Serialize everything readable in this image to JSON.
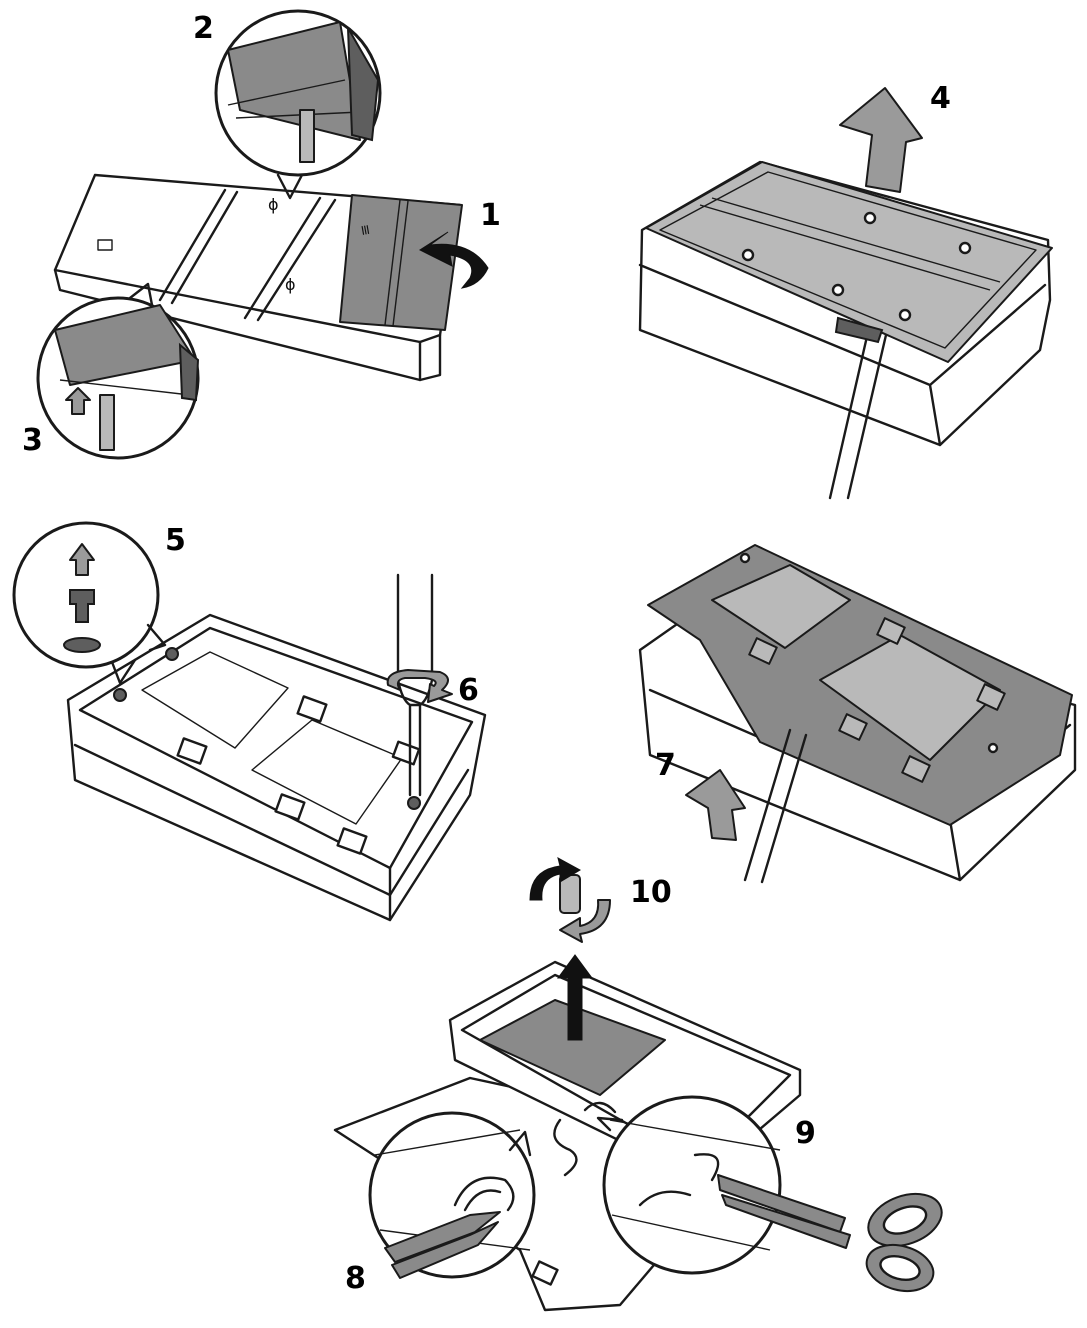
{
  "steps": [
    {
      "label": "1"
    },
    {
      "label": "2"
    },
    {
      "label": "3"
    },
    {
      "label": "4"
    },
    {
      "label": "5"
    },
    {
      "label": "6"
    },
    {
      "label": "7"
    },
    {
      "label": "8"
    },
    {
      "label": "9"
    },
    {
      "label": "10"
    }
  ],
  "colors": {
    "line": "#1a1a1a",
    "panel_gray": "#8a8a8a",
    "light_gray": "#b9b9b9",
    "arrow_gray": "#9a9a9a",
    "background": "#ffffff"
  }
}
